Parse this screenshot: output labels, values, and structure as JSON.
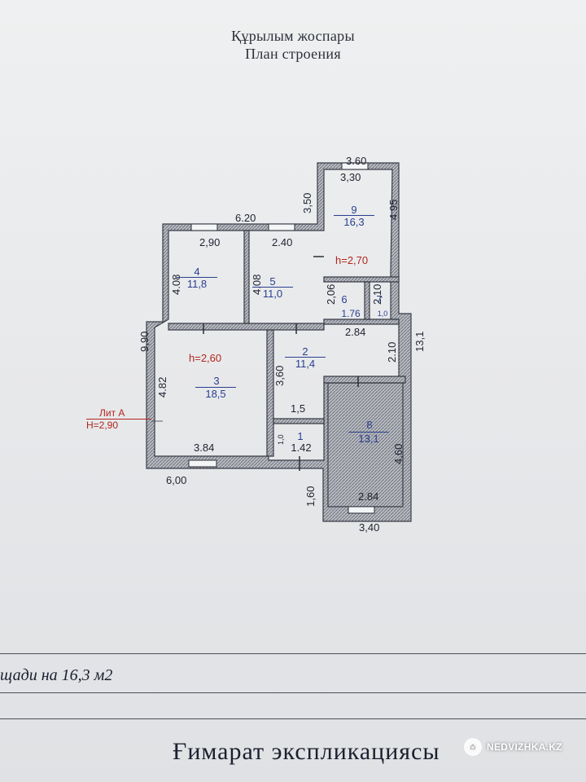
{
  "title_kz": "Құрылым жоспары",
  "title_ru": "План строения",
  "rooms": [
    {
      "num": "1",
      "area": "1.42"
    },
    {
      "num": "2",
      "area": "11,4"
    },
    {
      "num": "3",
      "area": "18,5"
    },
    {
      "num": "4",
      "area": "11,8"
    },
    {
      "num": "5",
      "area": "11,0"
    },
    {
      "num": "6",
      "area": "1.76"
    },
    {
      "num": "7",
      "area": "1,0"
    },
    {
      "num": "8",
      "area": "13,1"
    },
    {
      "num": "9",
      "area": "16,3"
    }
  ],
  "dimensions": {
    "d360": "3.60",
    "d330": "3,30",
    "d350": "3,50",
    "d495": "4.95",
    "d620": "6.20",
    "d290": "2,90",
    "d240": "2.40",
    "d408a": "4.08",
    "d408b": "4.08",
    "d206": "2,06",
    "d210a": "2,10",
    "d284a": "2.84",
    "d210b": "2.10",
    "d131": "13,1",
    "d990": "9,90",
    "d360b": "3,60",
    "d482": "4.82",
    "d15": "1,5",
    "d10": "1,0",
    "d384": "3.84",
    "d600": "6,00",
    "d460": "4,60",
    "d160": "1,60",
    "d284b": "2.84",
    "d340": "3,40"
  },
  "heights": {
    "h1": "h=2,70",
    "h2": "h=2,60"
  },
  "lit": {
    "name": "Лит А",
    "height": "Н=2,90"
  },
  "bottom_text": "щади на 16,3 м2",
  "bottom_title": "Ғимарат экспликациясы",
  "watermark": "NEDVIZHKA.KZ"
}
